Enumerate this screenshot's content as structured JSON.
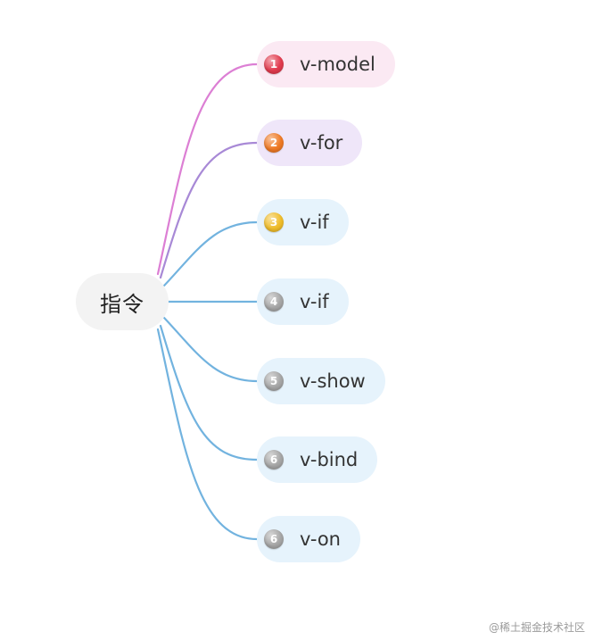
{
  "root": {
    "label": "指令"
  },
  "nodes": [
    {
      "badge": "1",
      "label": "v-model",
      "badge_color": "#e23b4e",
      "fill_color": "#fbe9f3",
      "line_color": "#dc7fd4"
    },
    {
      "badge": "2",
      "label": "v-for",
      "badge_color": "#ef7a25",
      "fill_color": "#efe6f9",
      "line_color": "#a889d6"
    },
    {
      "badge": "3",
      "label": "v-if",
      "badge_color": "#f0bd2a",
      "fill_color": "#e6f3fc",
      "line_color": "#72b3df"
    },
    {
      "badge": "4",
      "label": "v-if",
      "badge_color": "#a6a6a6",
      "fill_color": "#e6f3fc",
      "line_color": "#72b3df"
    },
    {
      "badge": "5",
      "label": "v-show",
      "badge_color": "#a6a6a6",
      "fill_color": "#e6f3fc",
      "line_color": "#72b3df"
    },
    {
      "badge": "6",
      "label": "v-bind",
      "badge_color": "#a6a6a6",
      "fill_color": "#e6f3fc",
      "line_color": "#72b3df"
    },
    {
      "badge": "6",
      "label": "v-on",
      "badge_color": "#a6a6a6",
      "fill_color": "#e6f3fc",
      "line_color": "#72b3df"
    }
  ],
  "watermark": "@稀土掘金技术社区"
}
